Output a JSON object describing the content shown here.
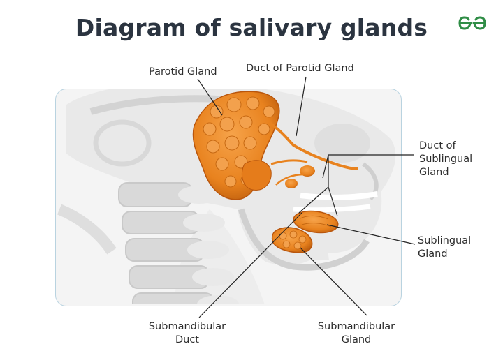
{
  "title": "Diagram of salivary glands",
  "logo": {
    "icon": "geeksforgeeks-logo-icon",
    "color": "#2f8d46"
  },
  "labels": {
    "parotid_gland": "Parotid Gland",
    "duct_of_parotid_gland": "Duct of Parotid Gland",
    "duct_of_sublingual_gland": [
      "Duct of",
      "Sublingual",
      "Gland"
    ],
    "sublingual_gland": [
      "Sublingual",
      "Gland"
    ],
    "submandibular_duct": [
      "Submandibular",
      "Duct"
    ],
    "submandibular_gland": [
      "Submandibular",
      "Gland"
    ]
  },
  "colors": {
    "gland": "#e8821e",
    "gland_dark": "#b9560d",
    "panel_border": "#b9d3e0",
    "title": "#2b3440"
  }
}
